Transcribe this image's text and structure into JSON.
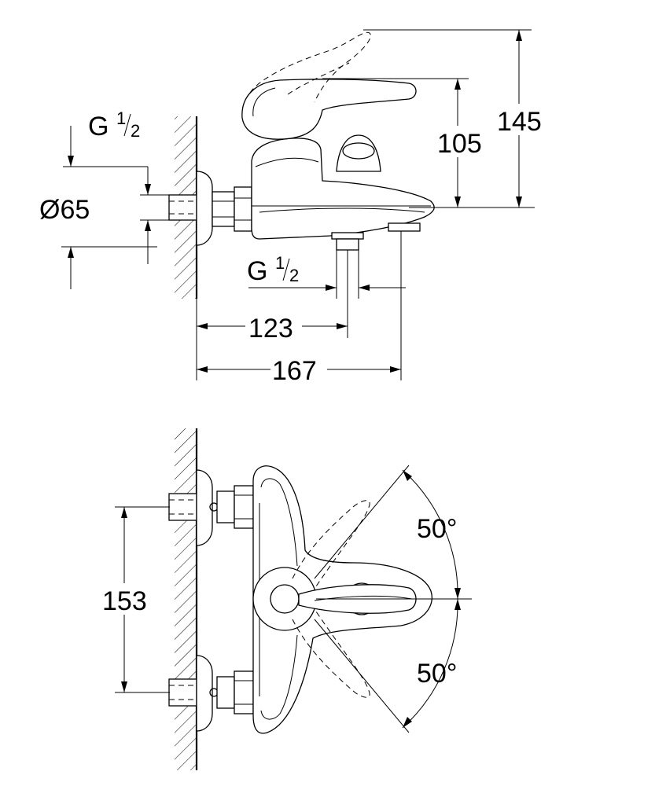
{
  "side_view": {
    "thread_top": {
      "main": "G",
      "num": "1",
      "den": "2"
    },
    "thread_bottom": {
      "main": "G",
      "num": "1",
      "den": "2"
    },
    "diameter": "Ø65",
    "height_lever": "105",
    "height_total": "145",
    "dist_outlet": "123",
    "dist_spout": "167"
  },
  "top_view": {
    "spacing": "153",
    "angle_up": "50°",
    "angle_down": "50°"
  }
}
